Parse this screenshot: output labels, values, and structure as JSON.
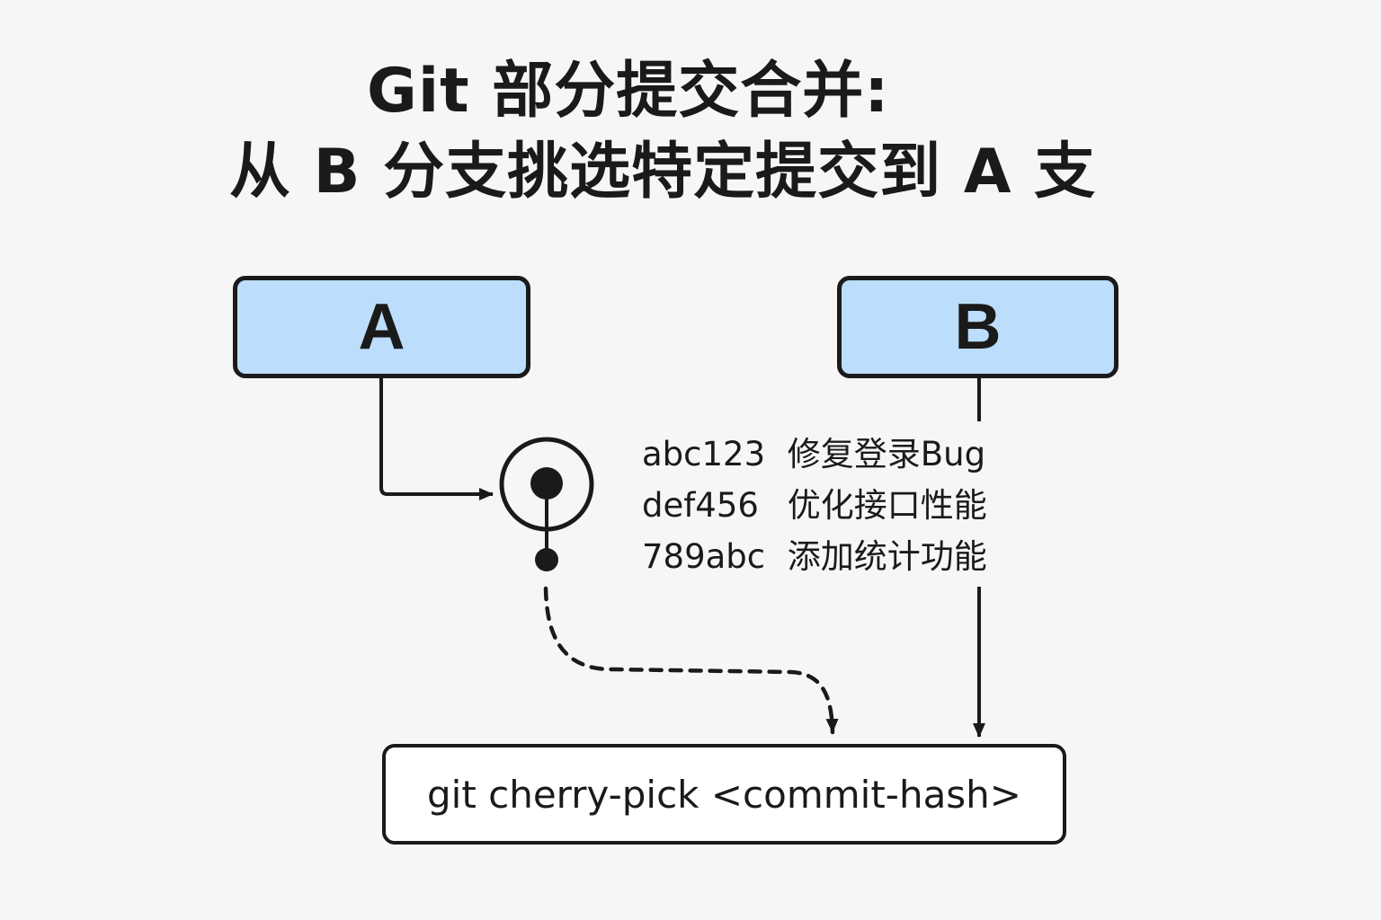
{
  "title": {
    "line1": "Git 部分提交合并:",
    "line2": "从 B 分支挑选特定提交到 A 支"
  },
  "branches": {
    "a": {
      "label": "A",
      "fill": "#bcdefc"
    },
    "b": {
      "label": "B",
      "fill": "#bcdefc"
    }
  },
  "commits": [
    {
      "hash": "abc123",
      "message": "修复登录Bug"
    },
    {
      "hash": "def456",
      "message": "优化接口性能"
    },
    {
      "hash": "789abc",
      "message": "添加统计功能"
    }
  ],
  "command": {
    "text": "git cherry-pick <commit-hash>"
  },
  "icons": {
    "target_commit": "commit-node-icon",
    "picked_commit": "commit-dot-icon"
  },
  "colors": {
    "background": "#f6f6f6",
    "stroke": "#1a1a1a",
    "branch_fill": "#bcdefc",
    "command_fill": "#ffffff"
  }
}
